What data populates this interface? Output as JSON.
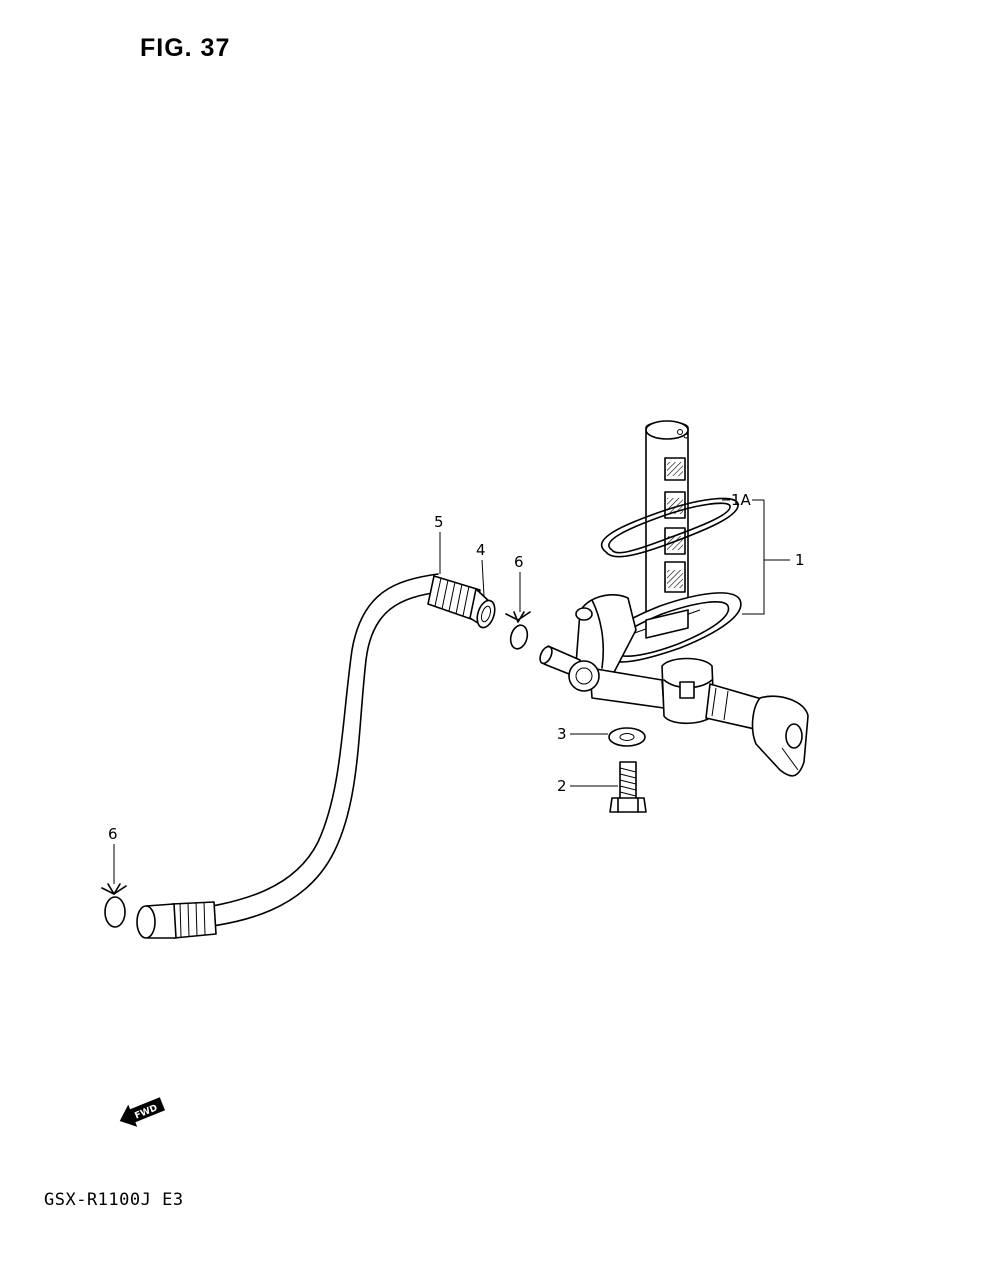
{
  "figure": {
    "title": "FIG. 37",
    "model_code": "GSX-R1100J  E3",
    "fwd_badge": "FWD"
  },
  "callouts": {
    "c1": "1",
    "c1a": "1A",
    "c2": "2",
    "c3": "3",
    "c4": "4",
    "c5": "5",
    "c6_top": "6",
    "c6_bottom": "6"
  }
}
